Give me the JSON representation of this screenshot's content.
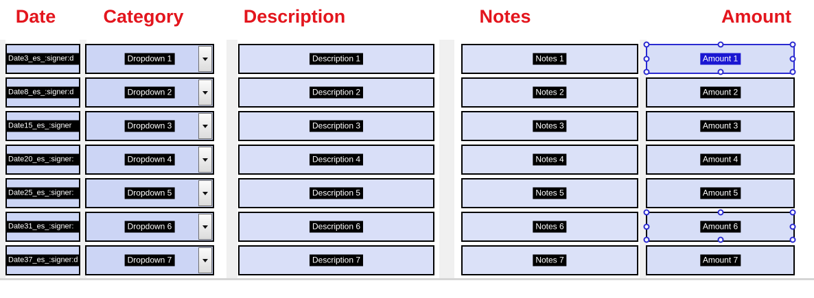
{
  "headers": [
    {
      "label": "Date"
    },
    {
      "label": "Category"
    },
    {
      "label": "Description"
    },
    {
      "label": "Notes"
    },
    {
      "label": "Amount"
    }
  ],
  "colors": {
    "header_red": "#e3151d",
    "field_border": "#000000",
    "date_fill": "#ccd5f5",
    "category_fill": "#ccd5f5",
    "description_fill": "#d9dff8",
    "notes_fill": "#dbe1f8",
    "amount_fill": "#d7def7",
    "label_highlight_bg": "#000000",
    "label_highlight_text": "#ffffff",
    "selected_highlight_bg": "#1a16d2",
    "selection_blue": "#2a2ad0"
  },
  "icons": {
    "dropdown_arrow": "caret-down-icon"
  },
  "selection": {
    "primary_selected_field": "Amount 1",
    "secondary_selected_field": "Amount 6"
  },
  "rows": [
    {
      "date": "Date3_es_:signer:d",
      "category": "Dropdown 1",
      "description": "Description 1",
      "notes": "Notes 1",
      "amount": "Amount 1"
    },
    {
      "date": "Date8_es_:signer:d",
      "category": "Dropdown 2",
      "description": "Description 2",
      "notes": "Notes 2",
      "amount": "Amount 2"
    },
    {
      "date": "Date15_es_:signer",
      "category": "Dropdown 3",
      "description": "Description 3",
      "notes": "Notes 3",
      "amount": "Amount 3"
    },
    {
      "date": "Date20_es_:signer:",
      "category": "Dropdown 4",
      "description": "Description 4",
      "notes": "Notes 4",
      "amount": "Amount 4"
    },
    {
      "date": "Date25_es_:signer:",
      "category": "Dropdown 5",
      "description": "Description 5",
      "notes": "Notes 5",
      "amount": "Amount 5"
    },
    {
      "date": "Date31_es_:signer:",
      "category": "Dropdown 6",
      "description": "Description 6",
      "notes": "Notes 6",
      "amount": "Amount 6"
    },
    {
      "date": "Date37_es_:signer:d",
      "category": "Dropdown 7",
      "description": "Description 7",
      "notes": "Notes 7",
      "amount": "Amount 7"
    }
  ]
}
